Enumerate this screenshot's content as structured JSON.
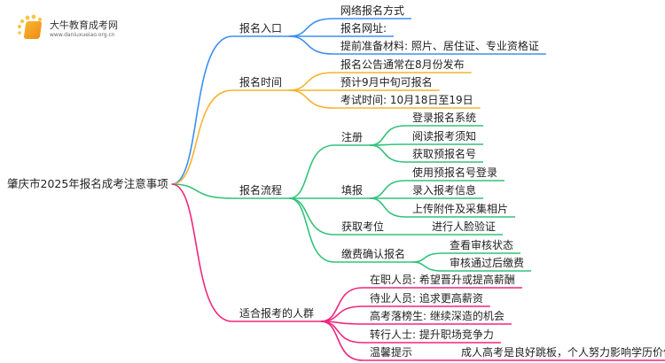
{
  "logo": {
    "name": "大牛教育成考网",
    "url": "www.daniuxueiao.org.cn"
  },
  "colors": {
    "entry": "#3d8ff0",
    "time": "#f5b331",
    "process": "#33c27a",
    "people": "#f0267c"
  },
  "root": "肇庆市2025年报名成考注意事项",
  "entry": {
    "label": "报名入口",
    "items": [
      "网络报名方式",
      "报名网址:",
      "提前准备材料: 照片、居住证、专业资格证"
    ]
  },
  "time": {
    "label": "报名时间",
    "items": [
      "报名公告通常在8月份发布",
      "预计9月中旬可报名",
      "考试时间: 10月18日至19日"
    ]
  },
  "process": {
    "label": "报名流程",
    "steps": [
      {
        "label": "注册",
        "items": [
          "登录报名系统",
          "阅读报考须知",
          "获取预报名号"
        ]
      },
      {
        "label": "填报",
        "items": [
          "使用预报名号登录",
          "录入报考信息",
          "上传附件及采集相片"
        ]
      },
      {
        "label": "获取考位",
        "items": [
          "进行人脸验证"
        ]
      },
      {
        "label": "缴费确认报名",
        "items": [
          "查看审核状态",
          "审核通过后缴费"
        ]
      }
    ]
  },
  "people": {
    "label": "适合报考的人群",
    "items": [
      "在职人员: 希望晋升或提高薪酬",
      "待业人员: 追求更高薪资",
      "高考落榜生: 继续深造的机会",
      "转行人士: 提升职场竞争力",
      "温馨提示"
    ],
    "tip": "成人高考是良好跳板，个人努力影响学历价值"
  }
}
